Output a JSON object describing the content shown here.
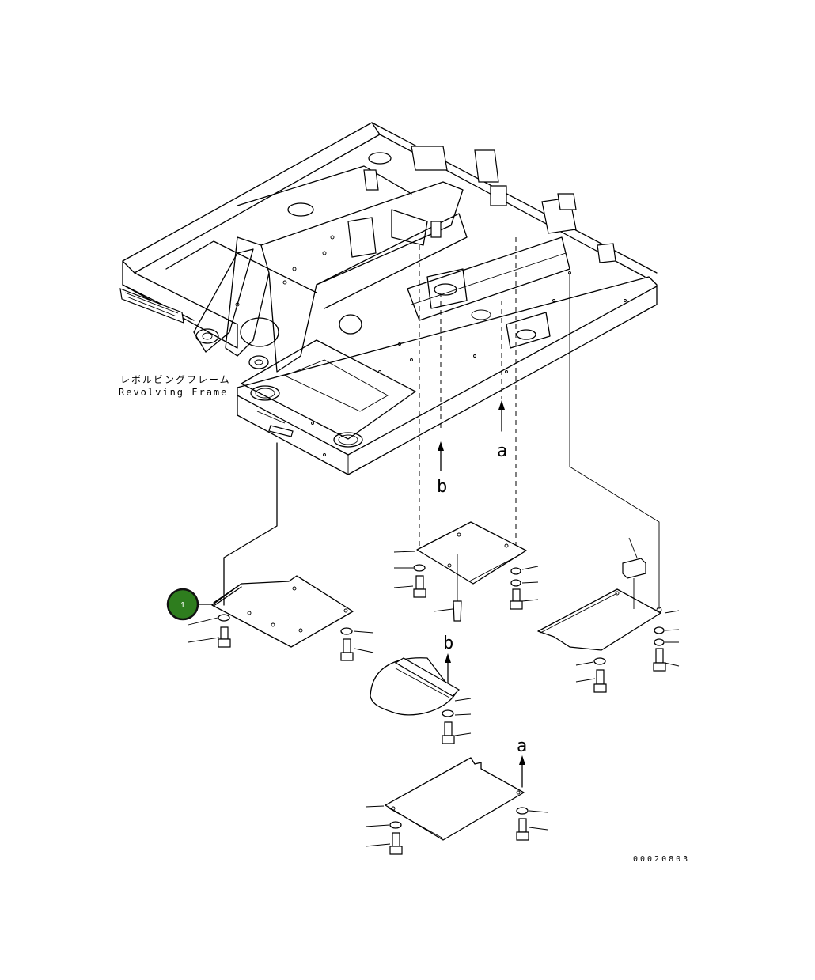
{
  "frame_label": {
    "jp": "レボルビングフレーム",
    "en": "Revolving Frame"
  },
  "ref_a": "a",
  "ref_b": "b",
  "callout": {
    "number": "1",
    "color": "#2e7d1e"
  },
  "drawing_code": "00020803"
}
